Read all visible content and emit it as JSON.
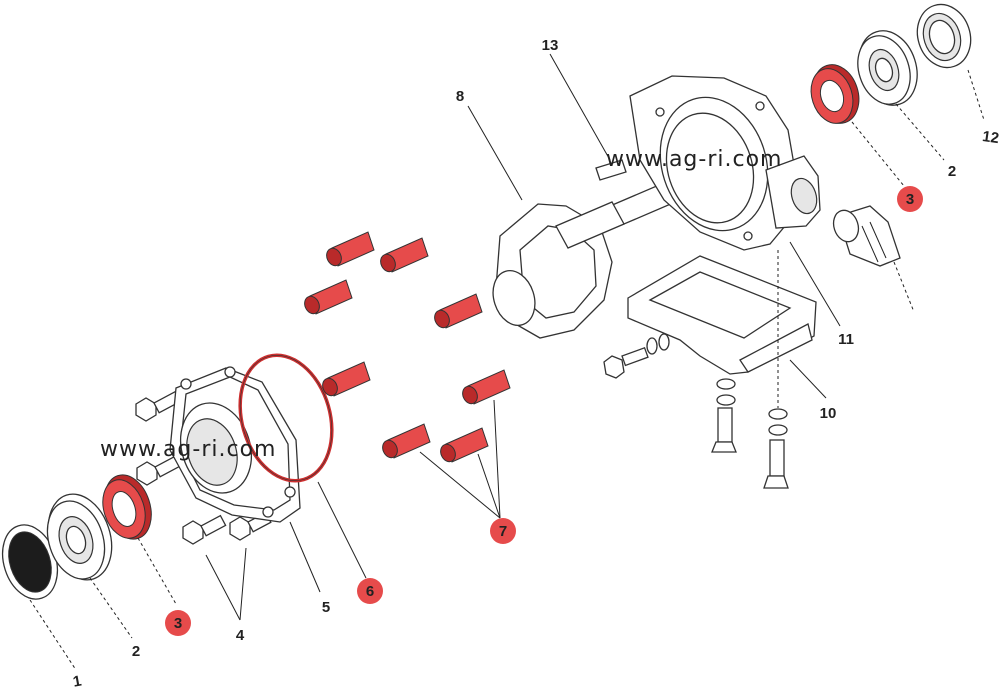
{
  "watermarks": [
    "www.ag-ri.com",
    "www.ag-ri.com"
  ],
  "callouts": {
    "c1": "1",
    "c2_left": "2",
    "c3_left": "3",
    "c4": "4",
    "c5": "5",
    "c6": "6",
    "c7": "7",
    "c8": "8",
    "c10": "10",
    "c11": "11",
    "c12": "12",
    "c13": "13",
    "c2_right": "2",
    "c3_right": "3"
  },
  "colors": {
    "highlight_badge": "#e64b4b",
    "highlight_part": "#e64b4b",
    "line": "#222222"
  }
}
